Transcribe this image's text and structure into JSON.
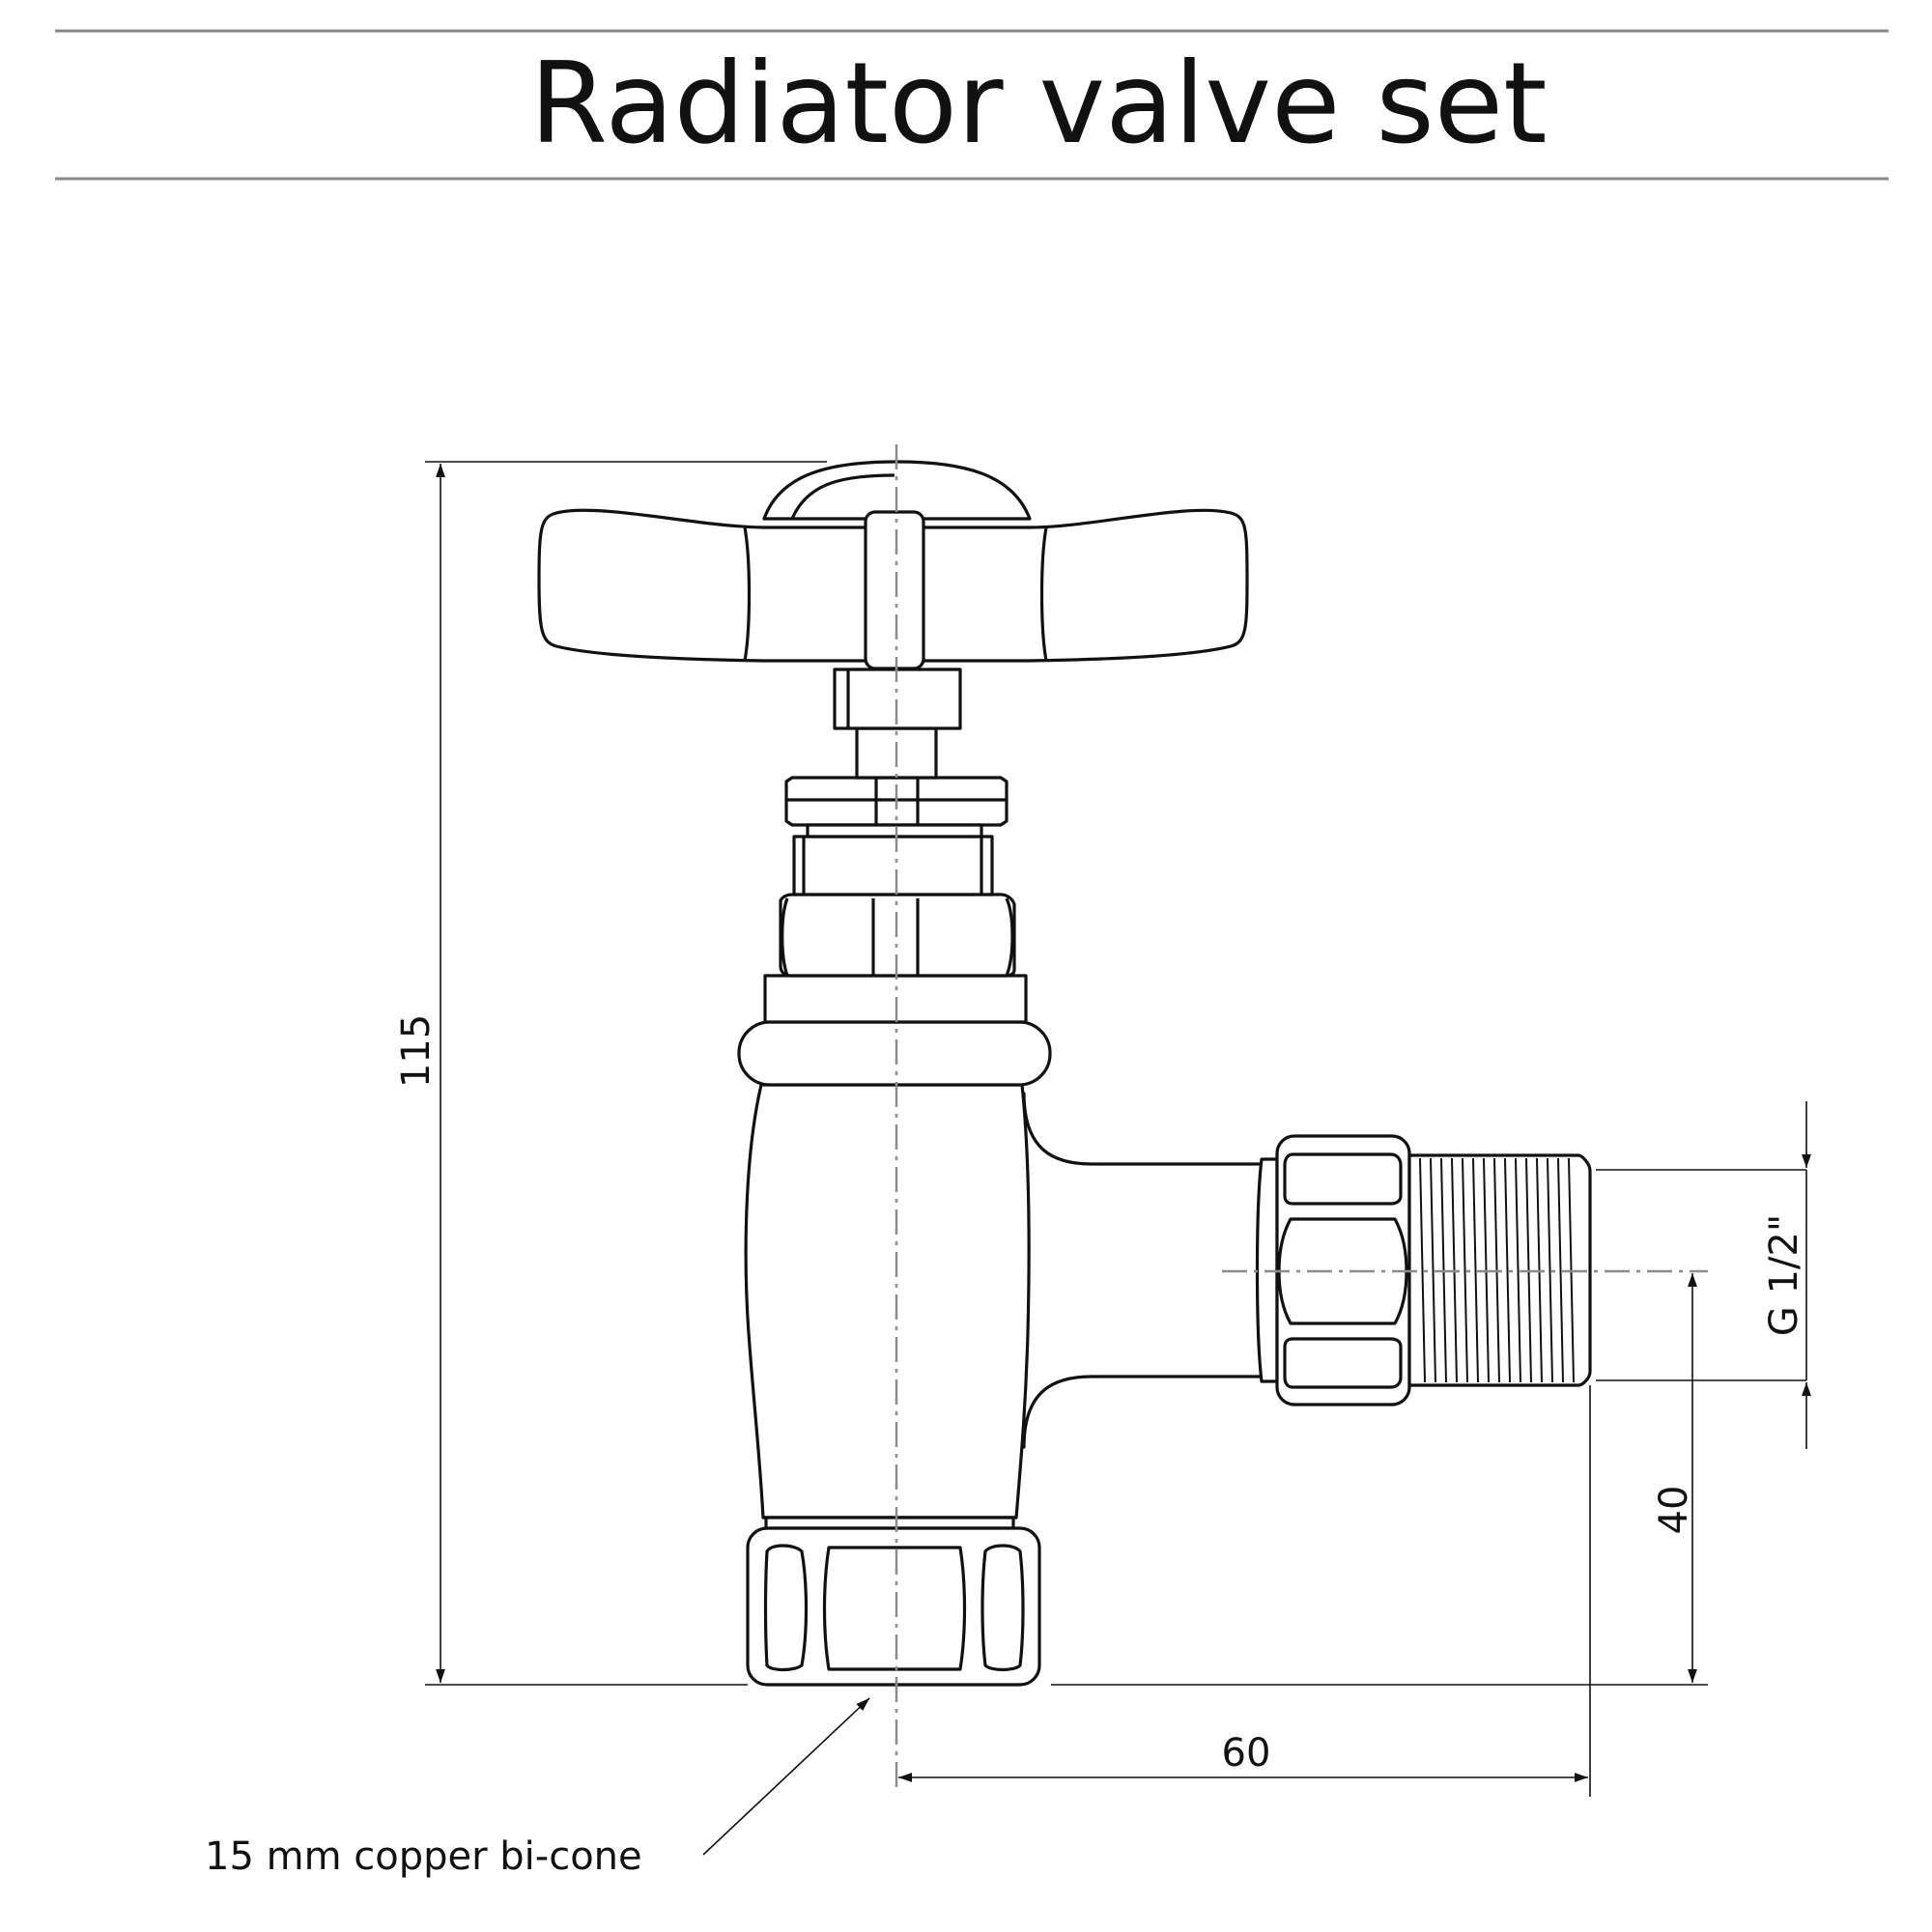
{
  "title": "Radiator valve set",
  "dimensions": {
    "overall_height": "115",
    "outlet_height": "40",
    "outlet_length": "60",
    "thread_size": "G 1/2\""
  },
  "annotation": {
    "inlet_note": "15 mm copper bi-cone"
  },
  "colors": {
    "line": "#111111",
    "rule": "#888888",
    "centerline": "#8c8c8c",
    "background": "#ffffff"
  }
}
